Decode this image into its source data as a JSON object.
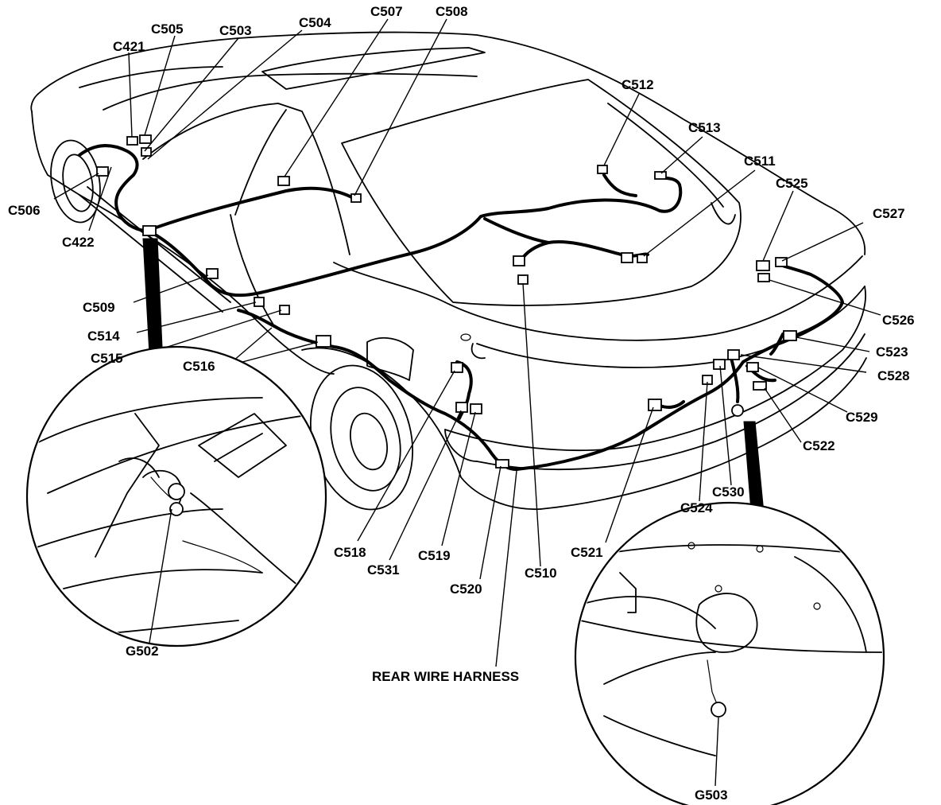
{
  "diagram": {
    "harness_label": "REAR WIRE HARNESS",
    "connectors": [
      {
        "id": "C421",
        "label": "C421"
      },
      {
        "id": "C505",
        "label": "C505"
      },
      {
        "id": "C503",
        "label": "C503"
      },
      {
        "id": "C504",
        "label": "C504"
      },
      {
        "id": "C507",
        "label": "C507"
      },
      {
        "id": "C508",
        "label": "C508"
      },
      {
        "id": "C512",
        "label": "C512"
      },
      {
        "id": "C513",
        "label": "C513"
      },
      {
        "id": "C511",
        "label": "C511"
      },
      {
        "id": "C525",
        "label": "C525"
      },
      {
        "id": "C527",
        "label": "C527"
      },
      {
        "id": "C506",
        "label": "C506"
      },
      {
        "id": "C422",
        "label": "C422"
      },
      {
        "id": "C509",
        "label": "C509"
      },
      {
        "id": "C514",
        "label": "C514"
      },
      {
        "id": "C515",
        "label": "C515"
      },
      {
        "id": "C516",
        "label": "C516"
      },
      {
        "id": "C526",
        "label": "C526"
      },
      {
        "id": "C523",
        "label": "C523"
      },
      {
        "id": "C528",
        "label": "C528"
      },
      {
        "id": "C529",
        "label": "C529"
      },
      {
        "id": "C522",
        "label": "C522"
      },
      {
        "id": "C530",
        "label": "C530"
      },
      {
        "id": "C524",
        "label": "C524"
      },
      {
        "id": "C521",
        "label": "C521"
      },
      {
        "id": "C510",
        "label": "C510"
      },
      {
        "id": "C520",
        "label": "C520"
      },
      {
        "id": "C519",
        "label": "C519"
      },
      {
        "id": "C531",
        "label": "C531"
      },
      {
        "id": "C518",
        "label": "C518"
      }
    ],
    "grounds": [
      {
        "id": "G502",
        "label": "G502"
      },
      {
        "id": "G503",
        "label": "G503"
      }
    ]
  }
}
